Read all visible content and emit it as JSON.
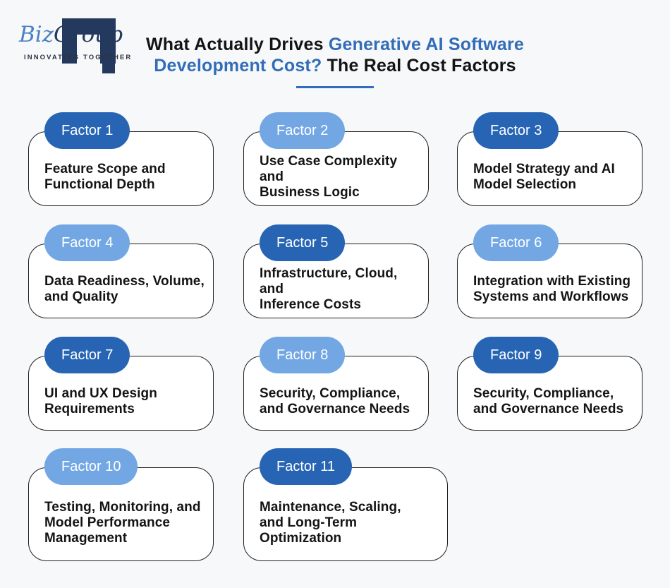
{
  "colors": {
    "bg": "#f7f8fa",
    "badge_dark": "#2765b4",
    "badge_light": "#72a7e4",
    "title_blue": "#326db7",
    "logo_navy": "#24395e",
    "logo_blue": "#4b82c5"
  },
  "logo": {
    "brand_blue": "Biz",
    "brand_navy": "Group",
    "tagline": "INNOVATING TOGETHER"
  },
  "header": {
    "line1_dark": "What Actually Drives ",
    "line1_blue": "Generative AI Software",
    "line2_blue": "Development Cost? ",
    "line2_dark": "The Real Cost Factors"
  },
  "cards": [
    {
      "badge": "Factor 1",
      "tone": "dark",
      "title": "Feature Scope and\nFunctional Depth"
    },
    {
      "badge": "Factor 2",
      "tone": "light",
      "title": "Use Case Complexity and\nBusiness Logic"
    },
    {
      "badge": "Factor 3",
      "tone": "dark",
      "title": "Model Strategy and AI\nModel Selection"
    },
    {
      "badge": "Factor 4",
      "tone": "light",
      "title": "Data Readiness, Volume,\nand Quality"
    },
    {
      "badge": "Factor 5",
      "tone": "dark",
      "title": "Infrastructure, Cloud, and\nInference Costs"
    },
    {
      "badge": "Factor 6",
      "tone": "light",
      "title": "Integration with Existing\nSystems and Workflows"
    },
    {
      "badge": "Factor 7",
      "tone": "dark",
      "title": "UI and UX Design\nRequirements"
    },
    {
      "badge": "Factor 8",
      "tone": "light",
      "title": "Security, Compliance,\nand Governance Needs"
    },
    {
      "badge": "Factor 9",
      "tone": "dark",
      "title": "Security, Compliance,\nand Governance Needs"
    },
    {
      "badge": "Factor 10",
      "tone": "light",
      "title": "Testing, Monitoring, and\nModel Performance\nManagement"
    },
    {
      "badge": "Factor 11",
      "tone": "dark",
      "title": "Maintenance, Scaling,\nand Long-Term Optimization"
    }
  ]
}
